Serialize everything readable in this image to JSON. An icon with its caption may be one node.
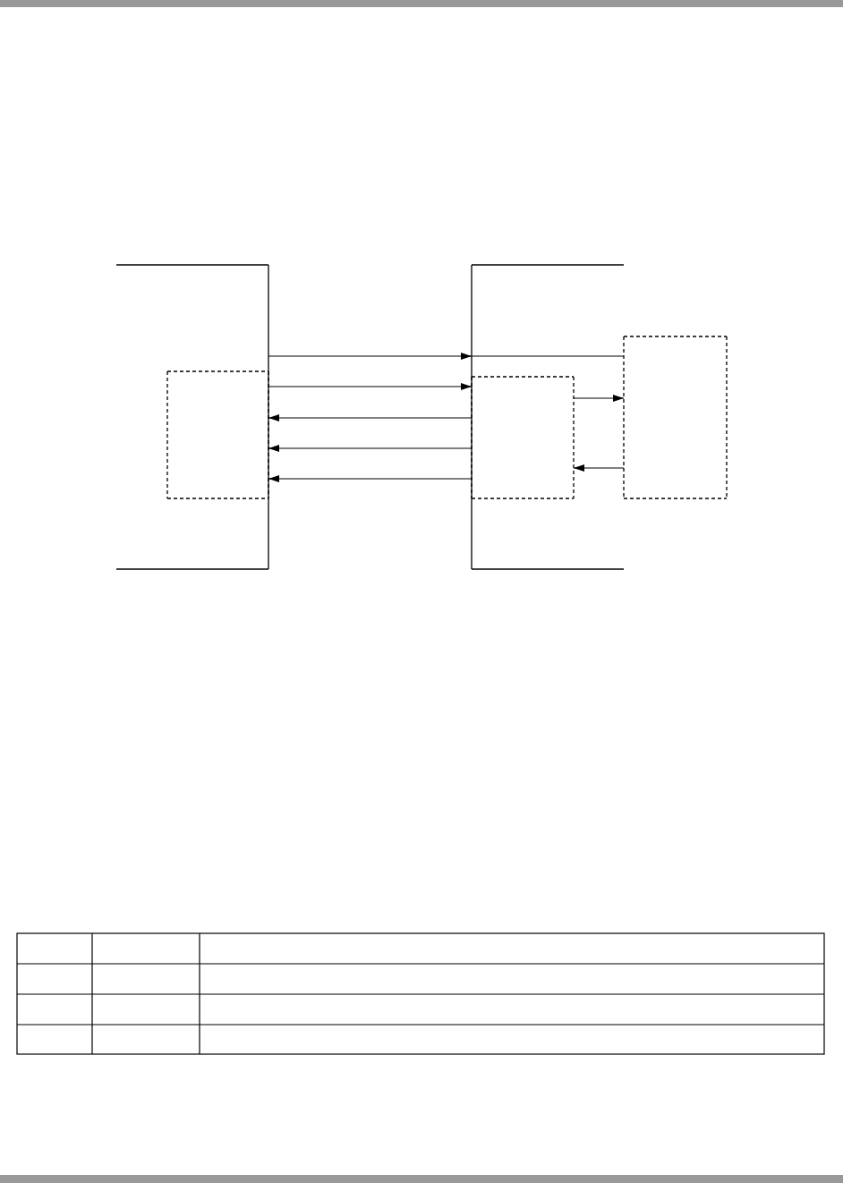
{
  "diagram": {
    "nodes": [
      {
        "text": [],
        "shape": "box"
      },
      {
        "text": [],
        "shape": "box",
        "in": 0
      },
      {
        "text": [],
        "shape": "box"
      },
      {
        "text": [],
        "shape": "box",
        "in": 2
      },
      {
        "text": [],
        "shape": "box"
      }
    ],
    "edges": [
      {
        "from": 0,
        "to": 2,
        "arrow": "to"
      },
      {
        "from": 2,
        "to": 4,
        "arrow": "none"
      },
      {
        "from": 1,
        "to": 3,
        "arrow": "to"
      },
      {
        "from": 3,
        "to": 1,
        "arrow": "to"
      },
      {
        "from": 3,
        "to": 1,
        "arrow": "to"
      },
      {
        "from": 3,
        "to": 1,
        "arrow": "to"
      },
      {
        "from": 3,
        "to": 4,
        "arrow": "to"
      },
      {
        "from": 4,
        "to": 3,
        "arrow": "to"
      }
    ]
  }
}
